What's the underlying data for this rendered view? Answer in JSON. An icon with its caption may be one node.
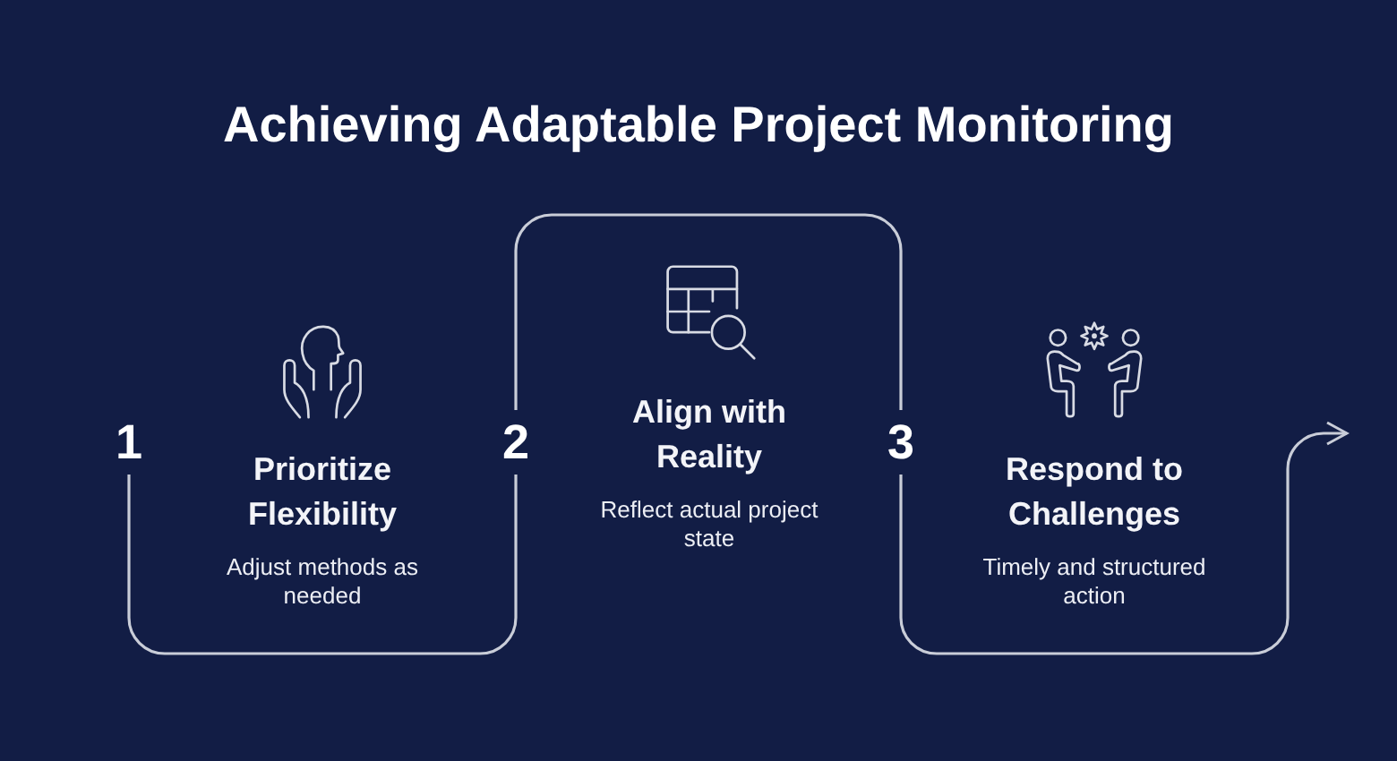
{
  "diagram": {
    "title": "Achieving Adaptable Project Monitoring",
    "nodes": [
      {
        "text": [
          "1"
        ]
      },
      {
        "text": [
          "Prioritize Flexibility",
          "Adjust methods as needed"
        ]
      },
      {
        "text": [
          "2"
        ]
      },
      {
        "text": [
          "Align with Reality",
          "Reflect actual project state"
        ]
      },
      {
        "text": [
          "3"
        ]
      },
      {
        "text": [
          "Respond to Challenges",
          "Timely and structured action"
        ]
      }
    ],
    "edges": [
      {
        "from": 0,
        "to": 2,
        "arrow": "none"
      },
      {
        "from": 2,
        "to": 4,
        "arrow": "none"
      },
      {
        "from": 4,
        "to": null,
        "arrow": "to"
      }
    ]
  }
}
